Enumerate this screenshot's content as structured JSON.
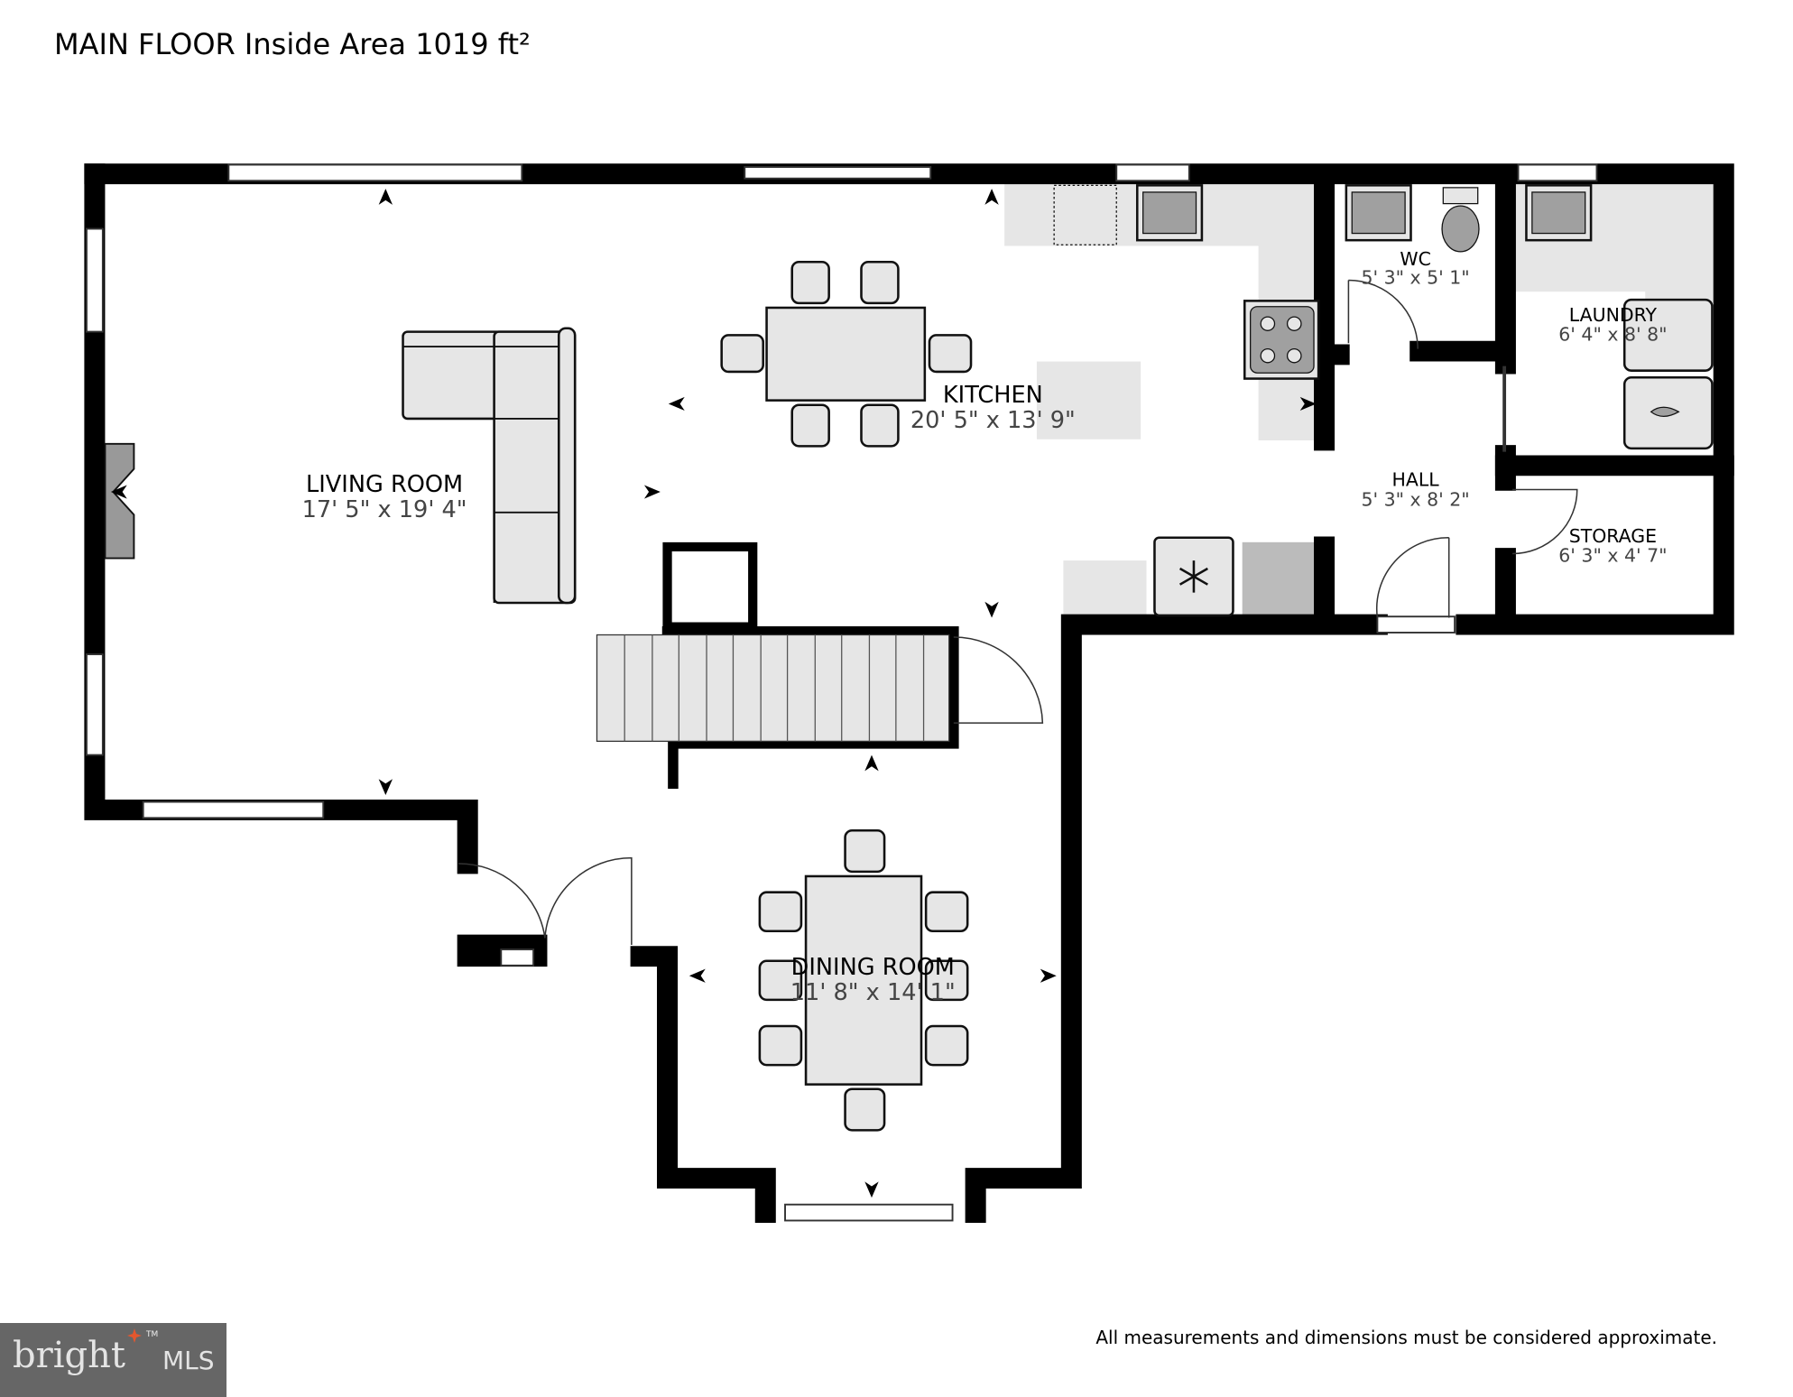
{
  "header": {
    "title": "MAIN FLOOR Inside Area 1019 ft²"
  },
  "rooms": [
    {
      "name": "LIVING ROOM",
      "dims": "17' 5\" x 19' 4\""
    },
    {
      "name": "KITCHEN",
      "dims": "20' 5\" x 13' 9\""
    },
    {
      "name": "WC",
      "dims": "5' 3\" x 5' 1\""
    },
    {
      "name": "LAUNDRY",
      "dims": "6' 4\" x 8' 8\""
    },
    {
      "name": "HALL",
      "dims": "5' 3\" x 8' 2\""
    },
    {
      "name": "STORAGE",
      "dims": "6' 3\" x 4' 7\""
    },
    {
      "name": "DINING ROOM",
      "dims": "11' 8\" x 14' 1\""
    }
  ],
  "footer": {
    "disclaimer": "All measurements and dimensions must be considered approximate.",
    "logo": {
      "brand": "bright",
      "suffix": "MLS",
      "trademark": "TM"
    }
  },
  "colors": {
    "wall": "#000000",
    "fixture": "#e6e6e6",
    "appliance": "#a0a0a0",
    "logo_bg": "#666666",
    "logo_accent": "#e4572e"
  }
}
